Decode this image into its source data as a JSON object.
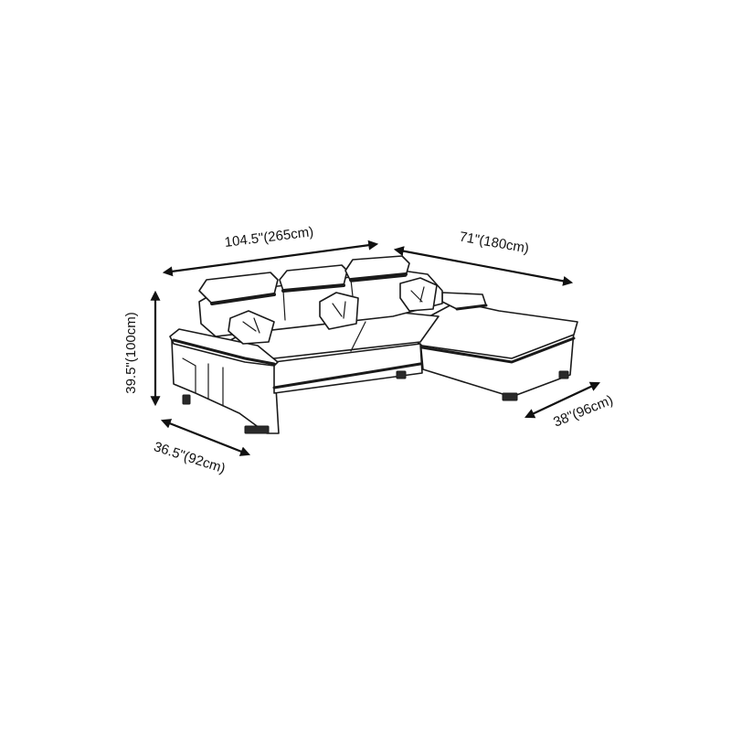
{
  "dimensions": {
    "length_main": "104.5\"(265cm)",
    "length_chaise": "71\"(180cm)",
    "height": "39.5\"(100cm)",
    "depth_main": "36.5\"(92cm)",
    "depth_chaise": "38\"(96cm)"
  },
  "colors": {
    "line": "#1a1a1a",
    "background": "#ffffff"
  }
}
